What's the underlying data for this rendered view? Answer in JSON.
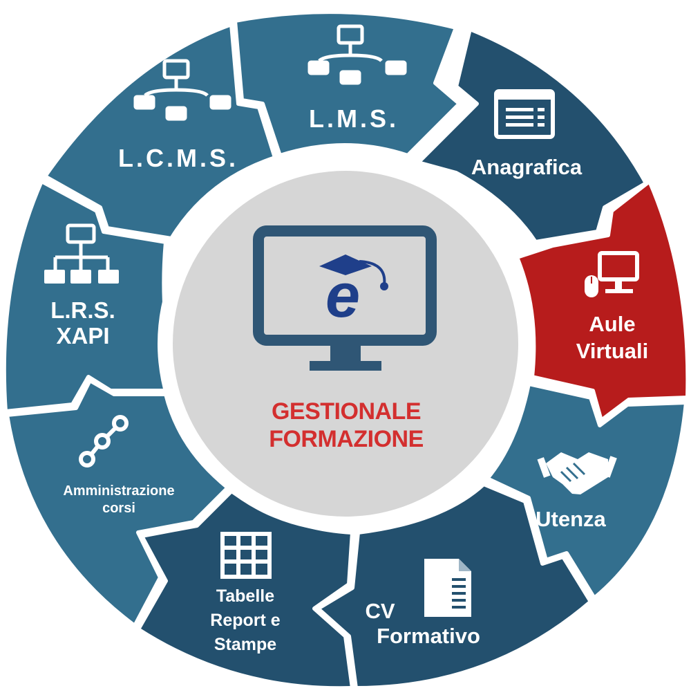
{
  "colors": {
    "dark": "#23506e",
    "medium": "#336f8e",
    "light": "#3d7b99",
    "accent": "#b71c1c",
    "center_fill": "#d6d6d6",
    "center_ring": "#ffffff",
    "monitor": "#2f5675",
    "logo": "#1f3f8a",
    "title": "#d32f2f"
  },
  "center": {
    "title_line1": "GESTIONALE",
    "title_line2": "FORMAZIONE",
    "logo_letter": "e",
    "icon": "monitor-icon"
  },
  "segments": [
    {
      "id": "lms",
      "lines": [
        "L.M.S."
      ],
      "icon": "sitemap-icon",
      "tone": "medium"
    },
    {
      "id": "anagrafica",
      "lines": [
        "Anagrafica"
      ],
      "icon": "document-list-icon",
      "tone": "dark"
    },
    {
      "id": "aule-virtuali",
      "lines": [
        "Aule",
        "Virtuali"
      ],
      "icon": "computer-mouse-icon",
      "tone": "accent"
    },
    {
      "id": "utenza",
      "lines": [
        "Utenza"
      ],
      "icon": "handshake-icon",
      "tone": "medium"
    },
    {
      "id": "cv-formativo",
      "lines": [
        "CV",
        "Formativo"
      ],
      "icon": "file-icon",
      "tone": "dark"
    },
    {
      "id": "tabelle",
      "lines": [
        "Tabelle",
        "Report e",
        "Stampe"
      ],
      "icon": "table-grid-icon",
      "tone": "dark"
    },
    {
      "id": "amministrazione",
      "lines": [
        "Amministrazione",
        "corsi"
      ],
      "icon": "workflow-icon",
      "tone": "medium"
    },
    {
      "id": "lrs",
      "lines": [
        "L.R.S.",
        "XAPI"
      ],
      "icon": "hierarchy-icon",
      "tone": "medium"
    },
    {
      "id": "lcms",
      "lines": [
        "L.C.M.S."
      ],
      "icon": "sitemap-icon",
      "tone": "medium"
    }
  ]
}
